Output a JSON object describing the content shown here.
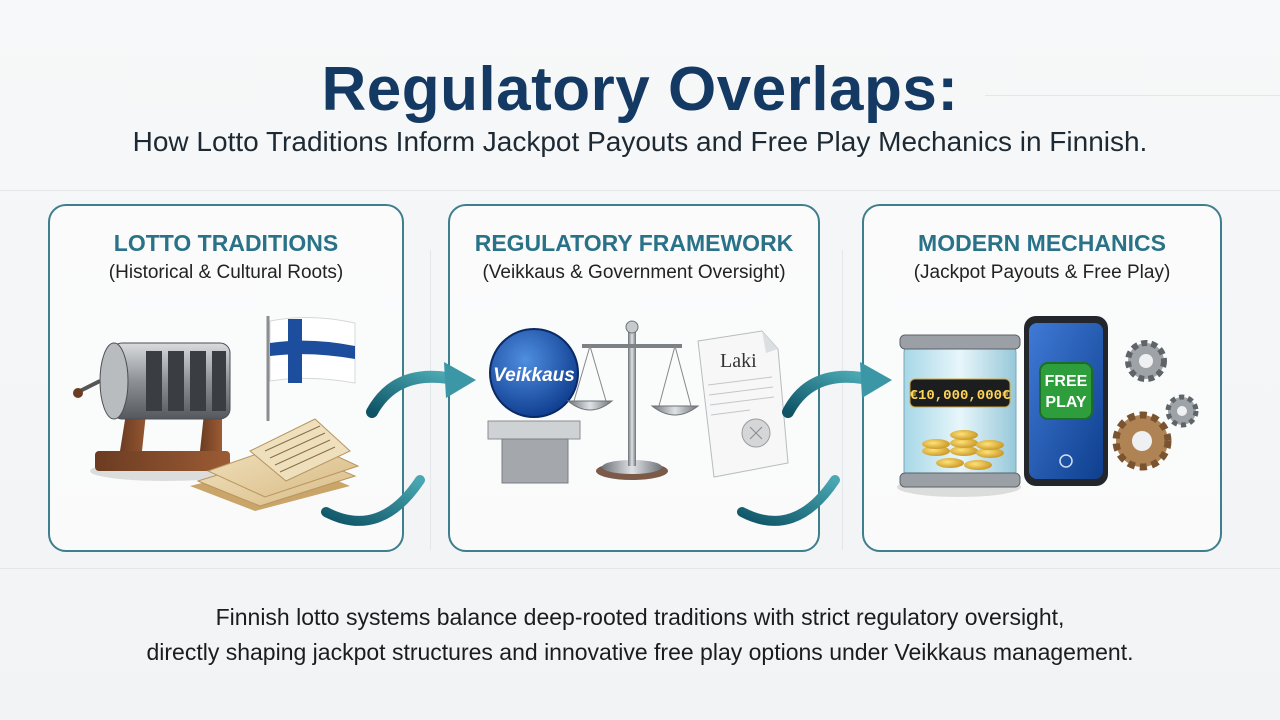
{
  "header": {
    "title": "Regulatory Overlaps:",
    "subtitle": "How Lotto Traditions Inform Jackpot Payouts and Free Play Mechanics in Finnish."
  },
  "panels": [
    {
      "title": "LOTTO TRADITIONS",
      "subtitle": "(Historical & Cultural Roots)"
    },
    {
      "title": "REGULATORY FRAMEWORK",
      "subtitle": "(Veikkaus & Government Oversight)"
    },
    {
      "title": "MODERN MECHANICS",
      "subtitle": "(Jackpot Payouts & Free Play)"
    }
  ],
  "illustrations": {
    "veikkaus_logo": "Veikkaus",
    "law_document": "Laki",
    "jackpot_display": "€10,000,000€",
    "free_play_line1": "FREE",
    "free_play_line2": "PLAY"
  },
  "caption": {
    "line1": "Finnish lotto systems balance deep-rooted traditions with strict regulatory oversight,",
    "line2": "directly shaping jackpot structures and innovative free play options under Veikkaus management."
  },
  "colors": {
    "title": "#143a63",
    "panel_title": "#2a7288",
    "panel_border": "#3f7e8c",
    "arrow": "#1f6f7c"
  }
}
